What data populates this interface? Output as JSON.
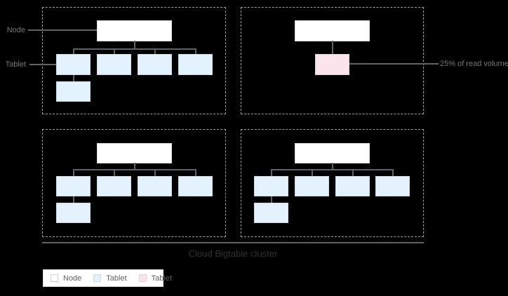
{
  "title": "Cloud Bigtable cluster",
  "annotations": {
    "node_label": "Node",
    "tablet_label": "Tablet",
    "read_volume_label": "25% of read volume"
  },
  "legend": {
    "items": [
      {
        "label": "Node",
        "swatch": "node"
      },
      {
        "label": "Tablet",
        "swatch": "tablet-blue"
      },
      {
        "label": "Tablet",
        "swatch": "tablet-pink"
      }
    ]
  },
  "colors": {
    "background": "#000000",
    "node-fill": "#ffffff",
    "node-border": "#dadce0",
    "tablet-fill": "#e3f2fd",
    "tablet-border": "#ccd9e0",
    "hot-tablet-fill": "#fce4ec",
    "hot-tablet-border": "#e8d2da",
    "connector": "#5f6368",
    "dashed-border": "#9e9e9e",
    "label-text": "#757575",
    "title-text": "#2e3134",
    "legend-bg": "#ffffff",
    "legend-border": "#e0e0e0",
    "legend-text": "#616161"
  }
}
